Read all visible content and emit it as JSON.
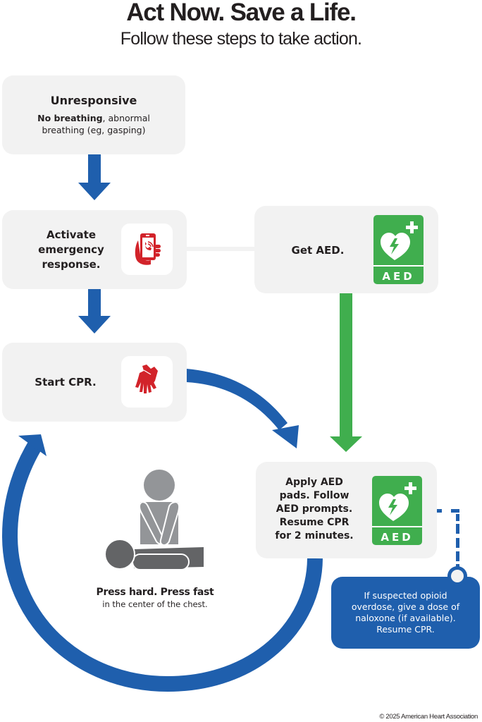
{
  "header": {
    "title": "Act Now. Save a Life.",
    "subtitle": "Follow these steps to take action."
  },
  "colors": {
    "flow_blue": "#1f5fad",
    "aed_green": "#40ae4e",
    "icon_red": "#d2232a",
    "box_gray": "#f2f2f2",
    "figure_light": "#939598",
    "figure_dark": "#636466"
  },
  "steps": {
    "unresponsive": {
      "heading": "Unresponsive",
      "detail_bold": "No breathing",
      "detail_rest_line1": ", abnormal",
      "detail_line2": "breathing (eg, gasping)"
    },
    "activate": {
      "lines": [
        "Activate",
        "emergency",
        "response."
      ],
      "icon": "phone-in-hand-icon"
    },
    "get_aed": {
      "label": "Get AED.",
      "icon": "aed-sign-icon",
      "sign_text": "AED"
    },
    "start_cpr": {
      "label": "Start CPR.",
      "icon": "cpr-hands-icon"
    },
    "apply_aed": {
      "lines": [
        "Apply AED",
        "pads. Follow",
        "AED prompts.",
        "Resume CPR",
        "for 2 minutes."
      ],
      "icon": "aed-sign-icon",
      "sign_text": "AED"
    }
  },
  "cycle": {
    "instruction_bold": "Press hard. Press fast",
    "instruction_rest": "in the center of the chest.",
    "figure": "cpr-compression-figure-icon"
  },
  "callout": {
    "lines": [
      "If suspected opioid",
      "overdose, give a dose of",
      "naloxone (if available).",
      "Resume CPR."
    ]
  },
  "footer": {
    "copyright": "© 2025 American Heart Association"
  }
}
